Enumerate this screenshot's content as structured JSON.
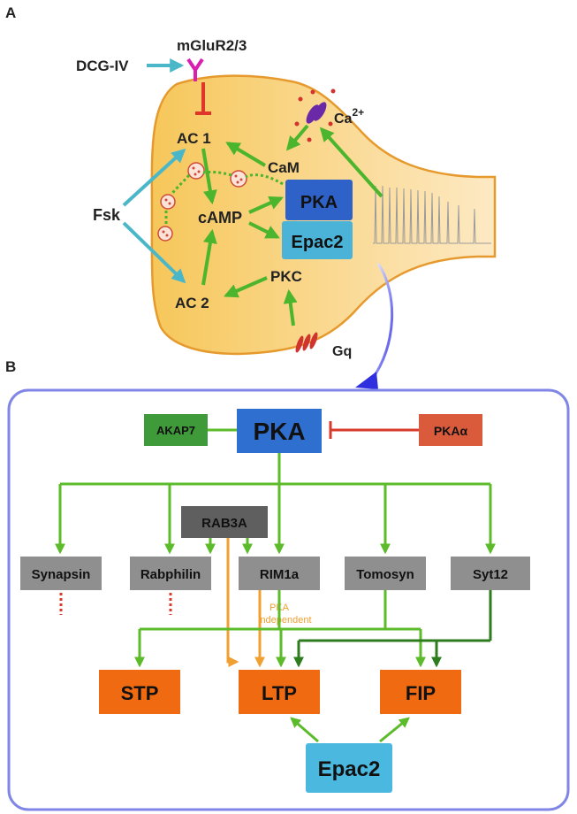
{
  "panel_a": {
    "panel_letter": "A",
    "labels": {
      "dcg_iv": "DCG-IV",
      "mglur": "mGluR2/3",
      "ca": "Ca",
      "ca_sup": "2+",
      "ac1": "AC 1",
      "cam": "CaM",
      "fsk": "Fsk",
      "camp": "cAMP",
      "pka": "PKA",
      "epac2": "Epac2",
      "pkc": "PKC",
      "ac2": "AC 2",
      "gq": "Gq"
    },
    "colors": {
      "terminal_fill": "#f6c75a",
      "terminal_edge": "#e69a2e",
      "activation_arrow": "#4cb52e",
      "fsk_arrow": "#4ab7c9",
      "inhibition": "#e0352b",
      "receptor": "#d81fb0",
      "pka_box": "#2f62c9",
      "epac2_box": "#4bb3d8"
    }
  },
  "panel_b": {
    "panel_letter": "B",
    "nodes": {
      "pka": "PKA",
      "akap7": "AKAP7",
      "pka_alpha": "PKAα",
      "rab3a": "RAB3A",
      "synapsin": "Synapsin",
      "rabphilin": "Rabphilin",
      "rim1a": "RIM1a",
      "tomosyn": "Tomosyn",
      "syt12": "Syt12",
      "stp": "STP",
      "ltp": "LTP",
      "fip": "FIP",
      "epac2": "Epac2"
    },
    "annotations": {
      "pka_independent_line1": "PKA",
      "pka_independent_line2": "independent"
    },
    "colors": {
      "border": "#7f86e6",
      "pka_box": "#2f6fd0",
      "akap7_box": "#3f9a3a",
      "pka_alpha_box": "#d95b3c",
      "rab3a_box": "#5f5f5f",
      "substrate_box": "#8f8f8f",
      "outcome_box": "#f06a12",
      "epac2_box": "#4bb8e0",
      "green_line": "#5cbb2a",
      "dark_green_line": "#2d7d1e",
      "orange_line": "#f0a030",
      "red_line": "#d83a2c"
    }
  }
}
